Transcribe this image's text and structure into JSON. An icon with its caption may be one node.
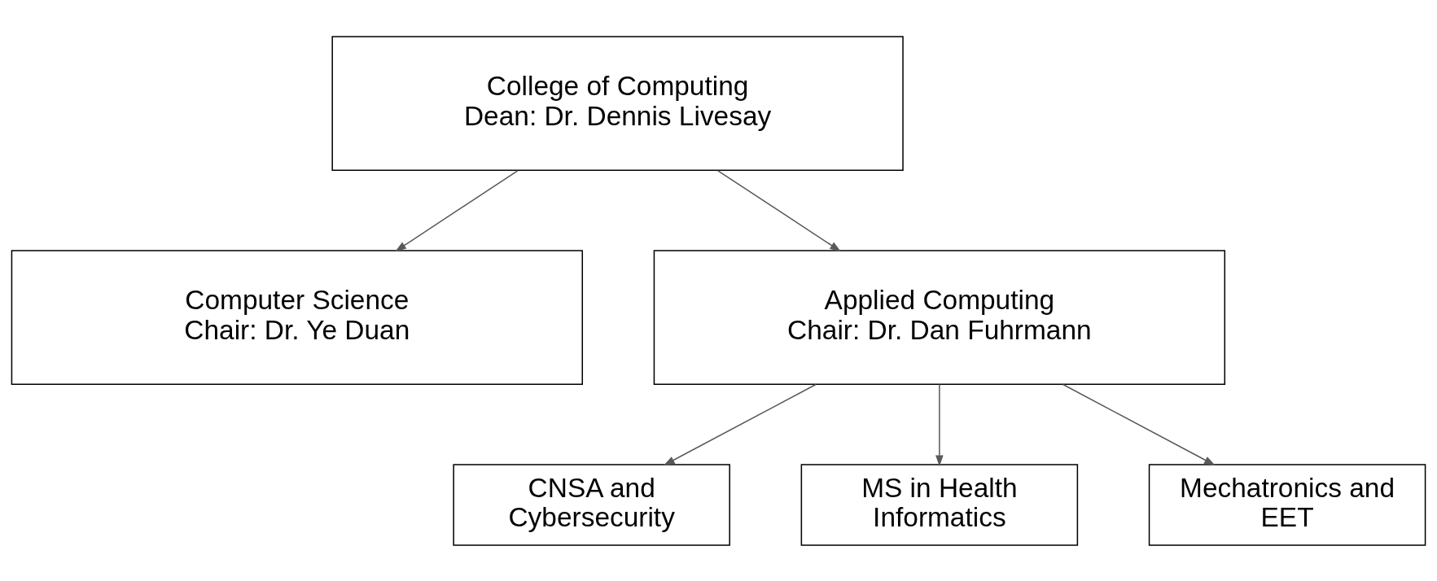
{
  "diagram": {
    "nodes": [
      {
        "text": [
          "College of Computing",
          "Dean: Dr. Dennis Livesay"
        ]
      },
      {
        "text": [
          "Computer Science",
          "Chair: Dr. Ye Duan"
        ]
      },
      {
        "text": [
          "Applied Computing",
          "Chair: Dr. Dan Fuhrmann"
        ]
      },
      {
        "text": [
          "CNSA and Cybersecurity"
        ]
      },
      {
        "text": [
          "MS in Health Informatics"
        ]
      },
      {
        "text": [
          "Mechatronics and EET"
        ]
      }
    ],
    "edges": [
      {
        "from": 0,
        "to": 1,
        "arrow": "to"
      },
      {
        "from": 0,
        "to": 2,
        "arrow": "to"
      },
      {
        "from": 2,
        "to": 3,
        "arrow": "to"
      },
      {
        "from": 2,
        "to": 4,
        "arrow": "to"
      },
      {
        "from": 2,
        "to": 5,
        "arrow": "to"
      }
    ]
  }
}
